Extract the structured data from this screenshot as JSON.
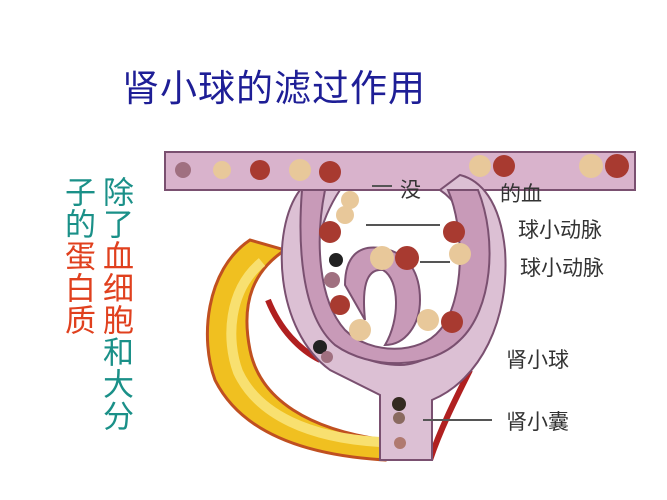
{
  "title": "肾小球的滤过作用",
  "side_text": {
    "col1": [
      {
        "text": "除了",
        "color": "#1a9088"
      },
      {
        "text": "血细胞",
        "color": "#e0401e"
      },
      {
        "text": "和大分",
        "color": "#1a9088"
      }
    ],
    "col2": [
      {
        "text": "子的",
        "color": "#1a9088"
      },
      {
        "text": "蛋白质",
        "color": "#e0401e"
      }
    ]
  },
  "labels": {
    "top_left": "没",
    "top_right": "的血",
    "afferent": "球小动脉",
    "efferent": "球小动脉",
    "glomerulus": "肾小球",
    "capsule": "肾小囊"
  },
  "colors": {
    "tube": "#d9b3cc",
    "tube_edge": "#7a5070",
    "rbc": "#a83a30",
    "cell_light": "#e8c89a",
    "cell_mauve": "#a07080",
    "yellow": "#f0c020",
    "title": "#1e1e96"
  }
}
